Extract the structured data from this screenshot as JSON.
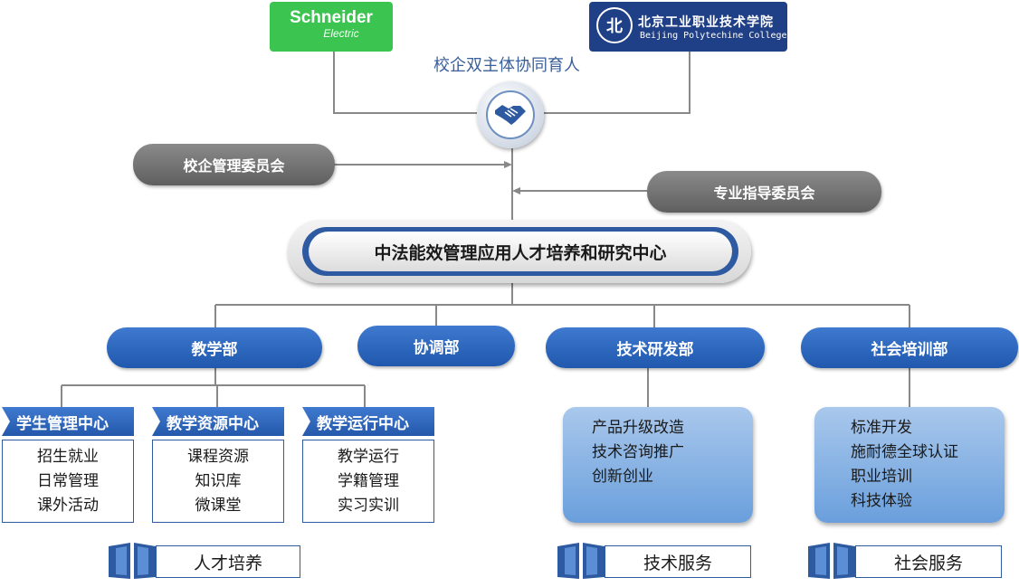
{
  "logos": {
    "schneider": {
      "line1": "Schneider",
      "line2": "Electric"
    },
    "college": {
      "seal": "北",
      "name_cn": "北京工业职业技术学院",
      "name_en": "Beijing Polytechine College"
    }
  },
  "coop_title": "校企双主体协同育人",
  "committees": {
    "management": "校企管理委员会",
    "guidance": "专业指导委员会"
  },
  "center_title": "中法能效管理应用人才培养和研究中心",
  "departments": {
    "teaching": "教学部",
    "coordination": "协调部",
    "tech_rd": "技术研发部",
    "social_training": "社会培训部"
  },
  "sub_centers": [
    {
      "title": "学生管理中心",
      "items": [
        "招生就业",
        "日常管理",
        "课外活动"
      ]
    },
    {
      "title": "教学资源中心",
      "items": [
        "课程资源",
        "知识库",
        "微课堂"
      ]
    },
    {
      "title": "教学运行中心",
      "items": [
        "教学运行",
        "学籍管理",
        "实习实训"
      ]
    }
  ],
  "tech_items": [
    "产品升级改造",
    "技术咨询推广",
    "创新创业"
  ],
  "social_items": [
    "标准开发",
    "施耐德全球认证",
    "职业培训",
    "科技体验"
  ],
  "outcomes": {
    "talent": "人才培养",
    "tech_service": "技术服务",
    "social_service": "社会服务"
  },
  "colors": {
    "primary_blue": "#2d5aa0",
    "light_blue": "#8fb8e8",
    "gray": "#6e6e6e",
    "schneider_green": "#3cc451",
    "college_navy": "#1f3f86"
  }
}
